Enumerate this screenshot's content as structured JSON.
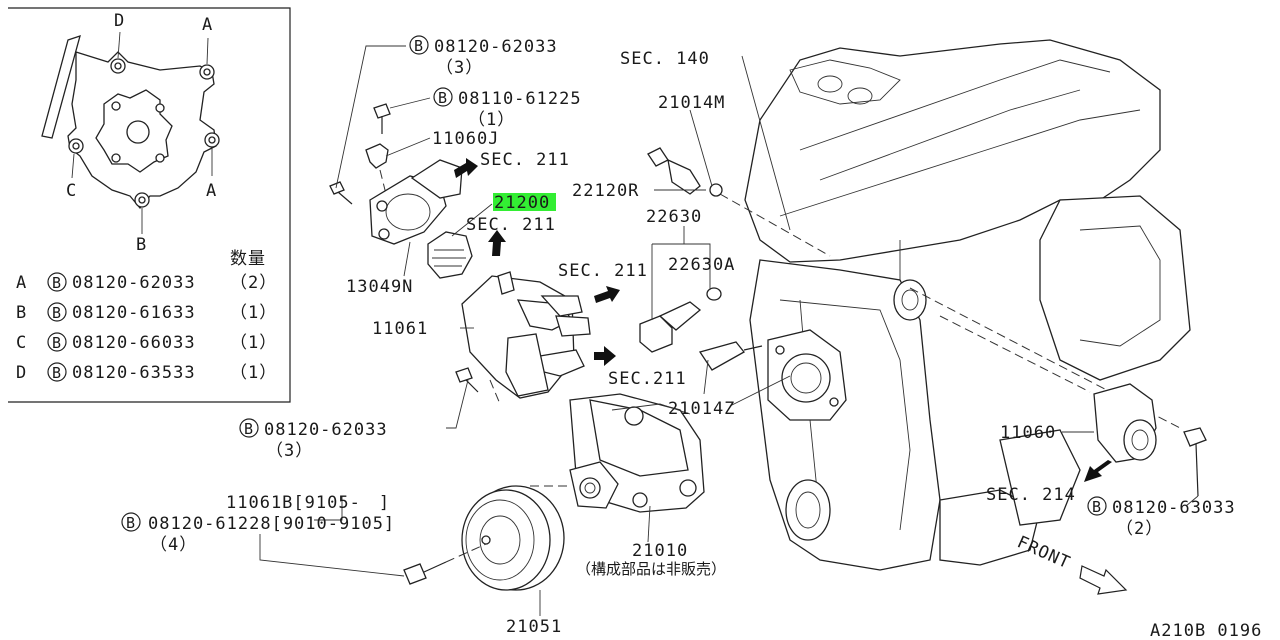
{
  "inset": {
    "markers": {
      "a1": "A",
      "a2": "A",
      "b": "B",
      "c": "C",
      "d": "D"
    },
    "qty_header": "数量",
    "rows": [
      {
        "key": "A",
        "part": "08120-62033",
        "qty": "（2）"
      },
      {
        "key": "B",
        "part": "08120-61633",
        "qty": "（1）"
      },
      {
        "key": "C",
        "part": "08120-66033",
        "qty": "（1）"
      },
      {
        "key": "D",
        "part": "08120-63533",
        "qty": "（1）"
      }
    ]
  },
  "bolt_symbol": "B",
  "callouts": {
    "top_bolt": {
      "part": "08120-62033",
      "qty": "（3）"
    },
    "bolt_61225": {
      "part": "08110-61225",
      "qty": "（1）"
    },
    "bracket": "11060J",
    "sec211_a": "SEC. 211",
    "thermostat": "21200",
    "sec211_b": "SEC. 211",
    "gasket": "13049N",
    "housing": "11061",
    "lower_bolt": {
      "part": "08120-62033",
      "qty": "（3）"
    },
    "sec140": "SEC. 140",
    "sensor_m": "21014M",
    "oring": "22120R",
    "switch": "22630",
    "washer": "22630A",
    "sec211_c": "SEC. 211",
    "sec211_d": "SEC.211",
    "sensor_z": "21014Z",
    "outlet": "11060",
    "sec214": "SEC. 214",
    "outlet_bolt": {
      "part": "08120-63033",
      "qty": "（2）"
    },
    "pump_b": "11061B[9105-　]",
    "pulley_bolt": {
      "part": "08120-61228[9010-9105]",
      "qty": "（4）"
    },
    "pump": "21010",
    "pump_note": "（構成部品は非販売）",
    "pulley": "21051",
    "front": "FRONT",
    "drawing_code": "A210B 0196"
  },
  "colors": {
    "highlight": "#33ee33",
    "line": "#222222"
  }
}
